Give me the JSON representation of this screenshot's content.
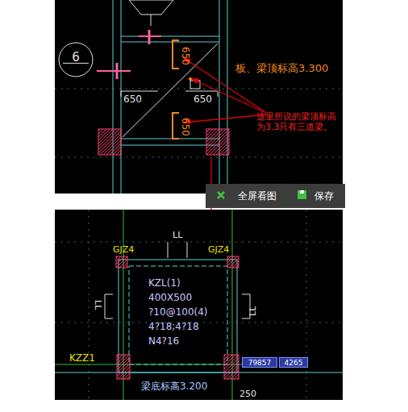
{
  "diagram": {
    "nodes": [
      {
        "text": [
          "6"
        ]
      },
      {
        "text": [
          "全屏看图"
        ]
      },
      {
        "text": [
          "保存"
        ]
      },
      {
        "text": [
          "79857"
        ]
      },
      {
        "text": [
          "4265"
        ]
      }
    ],
    "labels": [
      "650",
      "650",
      "650",
      "650",
      "板、梁顶标高3.300",
      "这里所说的梁顶标高为3.3只有三道梁。",
      "GJZ4",
      "GJZ4",
      "LL",
      "LL",
      "LL",
      "KZL(1)",
      "400X500",
      "?10@100(4)",
      "4?18;4?18",
      "N4?16",
      "KZZ1",
      "梁底标高3.200",
      "250"
    ]
  }
}
